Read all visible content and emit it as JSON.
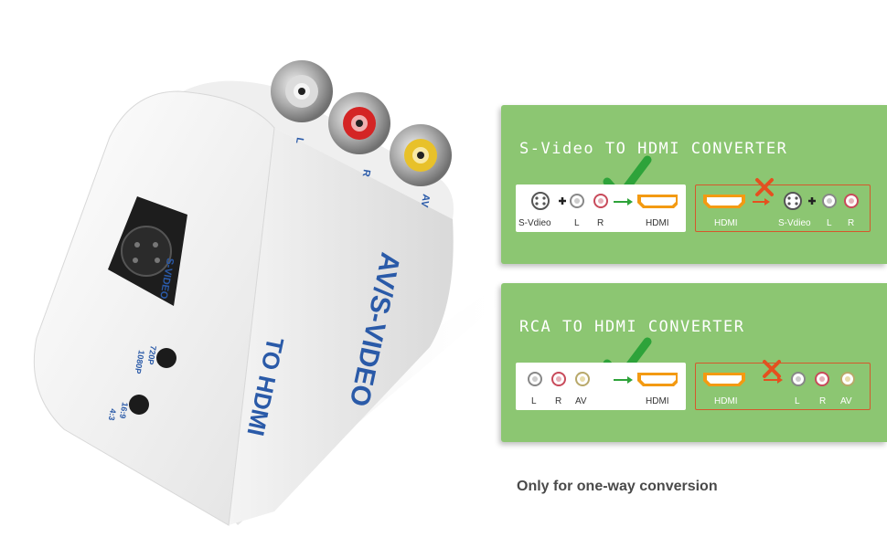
{
  "product": {
    "front_label_line1": "AV/S-VIDEO",
    "front_label_line2": "TO HDMI",
    "svideo_label": "S-VIDEO",
    "res_label_top": "720P",
    "res_label_bottom": "1080P",
    "aspect_label_top": "16:9",
    "aspect_label_bottom": "4:3",
    "jack_labels": [
      "L",
      "R",
      "AV"
    ]
  },
  "panels": [
    {
      "title": "S-Video TO HDMI CONVERTER",
      "supported": {
        "labels": [
          "S-Vdieo",
          "L",
          "R",
          "HDMI"
        ],
        "status_icon": "check-icon"
      },
      "unsupported": {
        "labels": [
          "HDMI",
          "S-Vdieo",
          "L",
          "R"
        ],
        "status_icon": "cross-icon"
      }
    },
    {
      "title": "RCA TO HDMI CONVERTER",
      "supported": {
        "labels": [
          "L",
          "R",
          "AV",
          "HDMI"
        ],
        "status_icon": "check-icon"
      },
      "unsupported": {
        "labels": [
          "HDMI",
          "L",
          "R",
          "AV"
        ],
        "status_icon": "cross-icon"
      }
    }
  ],
  "note": "Only for one-way conversion",
  "colors": {
    "panel_green": "#8cc672",
    "check_green": "#2ea33a",
    "cross_orange": "#e5501f",
    "label_blue": "#2a5aa8",
    "hdmi_orange": "#f39a12"
  }
}
